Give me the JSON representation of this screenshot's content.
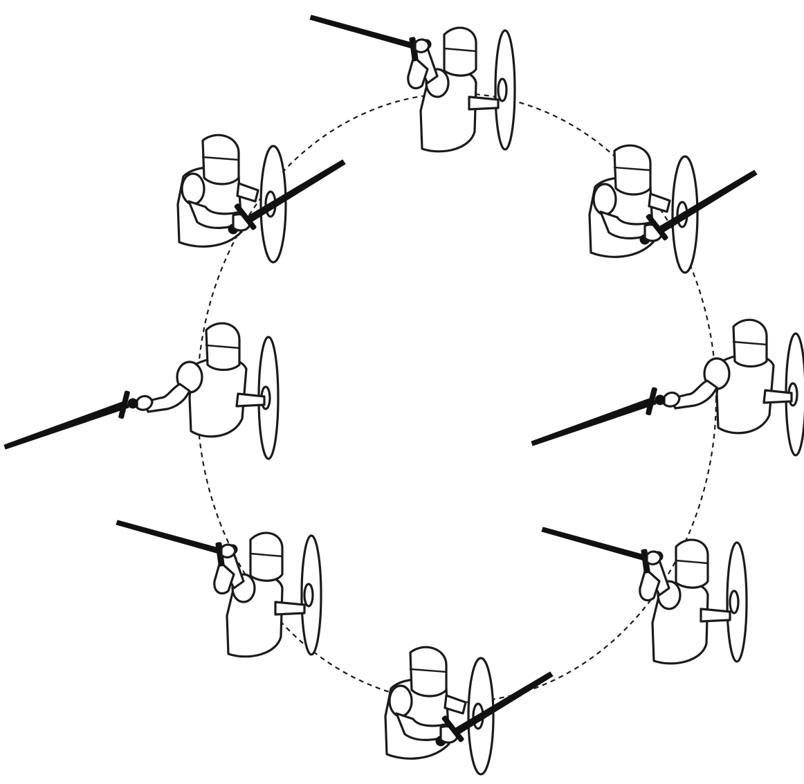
{
  "diagram": {
    "kind": "circle-of-guard-positions",
    "ink_color": "#1a1a1a",
    "background_color": "#ffffff",
    "path_style": "dashed circle",
    "figures": [
      {
        "id": "top",
        "sword_direction": "up-left"
      },
      {
        "id": "upper-right",
        "sword_direction": "up-right"
      },
      {
        "id": "right",
        "sword_direction": "down-left"
      },
      {
        "id": "lower-right",
        "sword_direction": "up-left"
      },
      {
        "id": "bottom",
        "sword_direction": "up-right"
      },
      {
        "id": "lower-left",
        "sword_direction": "up-left"
      },
      {
        "id": "left",
        "sword_direction": "down-left"
      },
      {
        "id": "upper-left",
        "sword_direction": "up-right"
      }
    ]
  }
}
